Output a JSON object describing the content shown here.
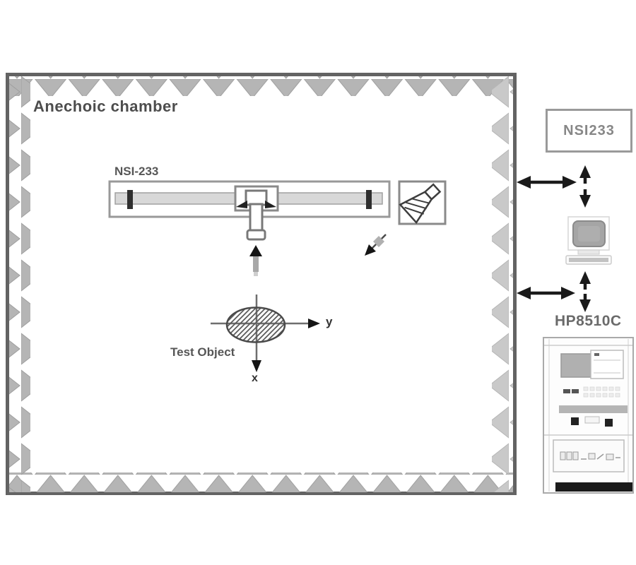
{
  "diagram": {
    "chamber": {
      "label": "Anechoic chamber"
    },
    "scanner": {
      "label": "NSI-233"
    },
    "test_object": {
      "label": "Test Object",
      "axis_y": "y",
      "axis_x": "x"
    },
    "controller_box": {
      "label": "NSI233"
    },
    "analyzer": {
      "label": "HP8510C"
    },
    "icons": [
      "absorber-teeth",
      "horn-antenna-icon",
      "probe-icon",
      "computer-icon",
      "network-analyzer-icon",
      "double-headed-arrow"
    ],
    "colors": {
      "absorber": "#b5b5b5",
      "absorber_light": "#c9c9c9",
      "wall": "#636363",
      "outline": "#8a8a8a",
      "arrow": "#1a1a1a",
      "rail": "#d8d8d8",
      "screen_gray": "#a5a5a5"
    }
  }
}
